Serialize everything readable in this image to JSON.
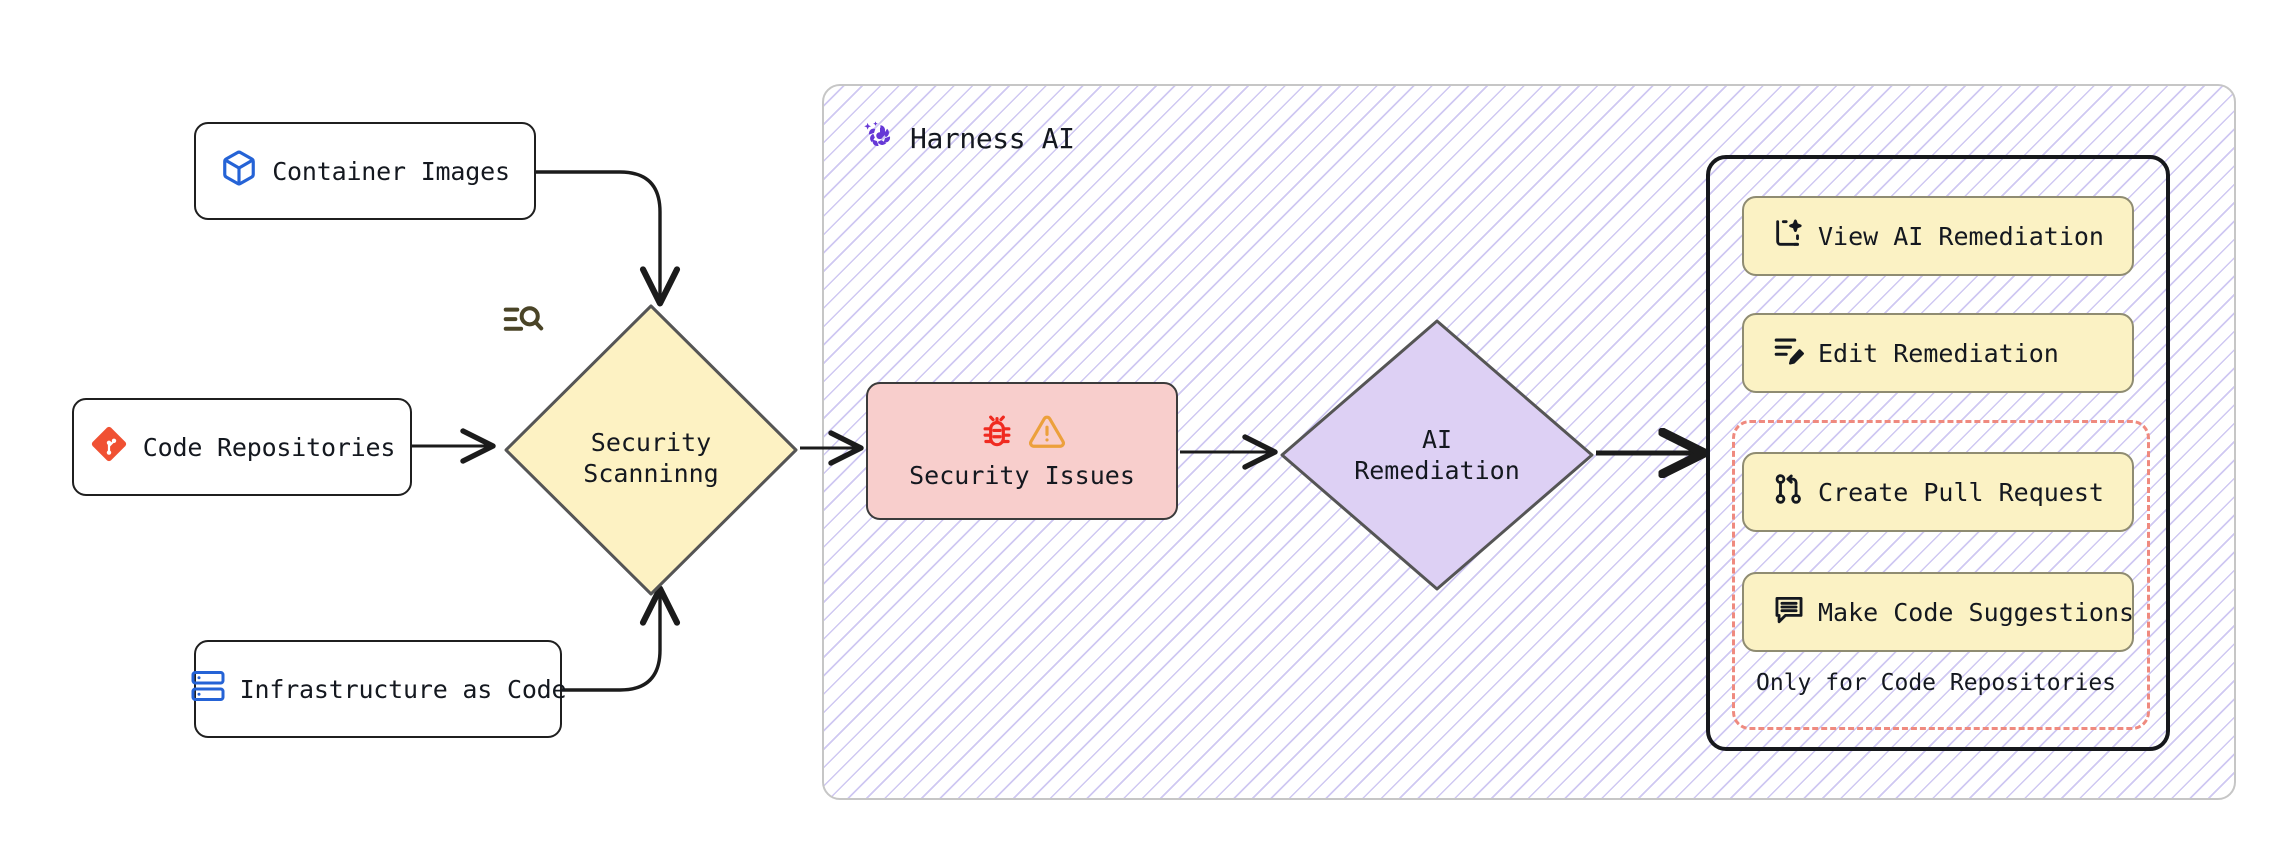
{
  "diagram": {
    "title": "Harness AI security scanning and AI remediation flow",
    "sources": [
      {
        "id": "container-images",
        "label": "Container Images",
        "icon": "box-icon",
        "icon_color": "#2563d6"
      },
      {
        "id": "code-repositories",
        "label": "Code Repositories",
        "icon": "git-icon",
        "icon_color": "#f05133"
      },
      {
        "id": "infrastructure-as-code",
        "label": "Infrastructure as Code",
        "icon": "server-icon",
        "icon_color": "#2563d6"
      }
    ],
    "scanning": {
      "label_line1": "Security",
      "label_line2": "Scanninng",
      "icon": "scan-search-icon",
      "fill": "#fdf2c3",
      "stroke": "#555555"
    },
    "harness": {
      "title": "Harness AI",
      "logo_icon": "harness-pinwheel-icon",
      "logo_color": "#6638d6",
      "hatch_color": "#cfc8f2",
      "border_color": "#c6c6c6"
    },
    "issues": {
      "label": "Security Issues",
      "icons": [
        "bug-icon",
        "warning-triangle-icon"
      ],
      "bug_color": "#f02a20",
      "warning_color": "#eca03c",
      "fill": "#f8cecc",
      "stroke": "#3b3b3b"
    },
    "remediation": {
      "label_line1": "AI",
      "label_line2": "Remediation",
      "fill": "#ddd0f4",
      "stroke": "#555555"
    },
    "actions": {
      "box_border_color": "#16181c",
      "button_fill": "#fbf2c4",
      "button_border": "#8f8c72",
      "dashed_border_color": "#ef8a7f",
      "items": [
        {
          "id": "view-ai-remediation",
          "label": "View AI Remediation",
          "icon": "scan-sparkle-icon",
          "in_dashed_group": false
        },
        {
          "id": "edit-remediation",
          "label": "Edit Remediation",
          "icon": "list-pencil-icon",
          "in_dashed_group": false
        },
        {
          "id": "create-pull-request",
          "label": "Create Pull Request",
          "icon": "pull-request-icon",
          "in_dashed_group": true
        },
        {
          "id": "make-code-suggestions",
          "label": "Make Code Suggestions",
          "icon": "message-lines-icon",
          "in_dashed_group": true
        }
      ],
      "dashed_group_note": "Only for Code Repositories"
    },
    "edges": [
      {
        "from": "container-images",
        "to": "security-scanning",
        "style": "curved-elbow"
      },
      {
        "from": "code-repositories",
        "to": "security-scanning",
        "style": "straight"
      },
      {
        "from": "infrastructure-as-code",
        "to": "security-scanning",
        "style": "curved-elbow"
      },
      {
        "from": "security-scanning",
        "to": "security-issues",
        "style": "straight"
      },
      {
        "from": "security-issues",
        "to": "ai-remediation",
        "style": "straight"
      },
      {
        "from": "ai-remediation",
        "to": "actions",
        "style": "straight-thick"
      }
    ]
  }
}
